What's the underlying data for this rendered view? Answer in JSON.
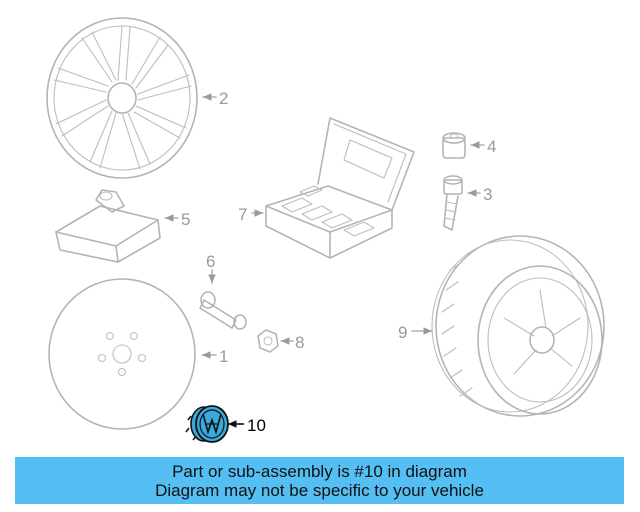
{
  "diagram": {
    "callouts": [
      {
        "id": "1",
        "label": "1"
      },
      {
        "id": "2",
        "label": "2"
      },
      {
        "id": "3",
        "label": "3"
      },
      {
        "id": "4",
        "label": "4"
      },
      {
        "id": "5",
        "label": "5"
      },
      {
        "id": "6",
        "label": "6"
      },
      {
        "id": "7",
        "label": "7"
      },
      {
        "id": "8",
        "label": "8"
      },
      {
        "id": "9",
        "label": "9"
      },
      {
        "id": "10",
        "label": "10"
      }
    ],
    "highlight_color": "#3aa9dc",
    "part_line_color": "#b4b4b4"
  },
  "banner": {
    "line1": "Part or sub-assembly is #10 in diagram",
    "line2": "Diagram may not be specific to your vehicle",
    "background": "#55bff4"
  }
}
